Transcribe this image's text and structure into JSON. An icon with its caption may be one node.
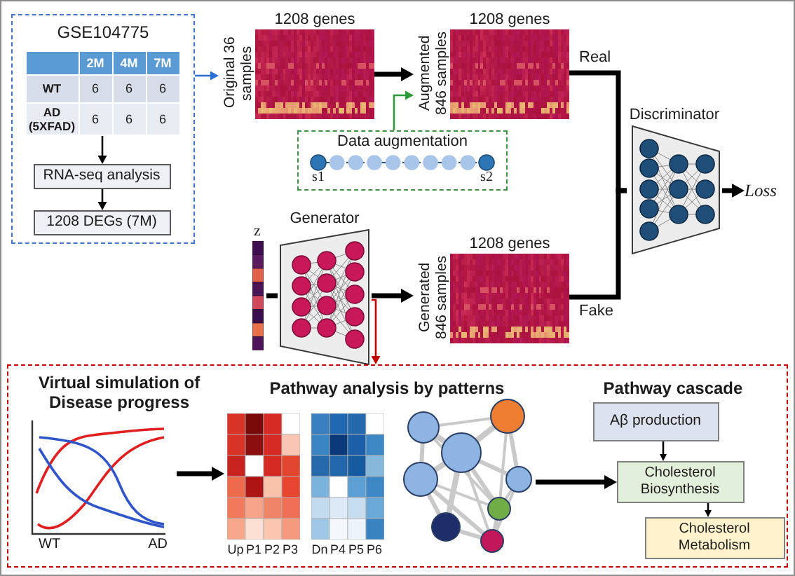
{
  "diagram": {
    "nodes": [
      {
        "text": [
          "GSE104775"
        ]
      },
      {
        "text": [
          "2M",
          "4M",
          "7M",
          "WT",
          "6",
          "6",
          "6",
          "AD (5XFAD)",
          "6",
          "6",
          "6"
        ],
        "in": 0
      },
      {
        "text": [
          "RNA-seq analysis"
        ],
        "in": 0
      },
      {
        "text": [
          "1208 DEGs (7M)"
        ],
        "in": 0
      },
      {
        "text": [
          "1208 genes",
          "Original 36 samples"
        ]
      },
      {
        "text": [
          "1208 genes",
          "Augmented 846 samples"
        ]
      },
      {
        "text": [
          "Data augmentation",
          "s1",
          "s2"
        ]
      },
      {
        "text": [
          "z"
        ]
      },
      {
        "text": [
          "Generator"
        ]
      },
      {
        "text": [
          "1208 genes",
          "Generated 846 samples"
        ]
      },
      {
        "text": [
          "Discriminator"
        ]
      },
      {
        "text": [
          "Loss"
        ]
      },
      {
        "text": [],
        "shape": "box"
      },
      {
        "text": [
          "WT",
          "AD"
        ],
        "in": 12
      },
      {
        "text": [
          "Up",
          "P1",
          "P2",
          "P3"
        ],
        "in": 12
      },
      {
        "text": [
          "Dn",
          "P4",
          "P5",
          "P6"
        ],
        "in": 12
      },
      {
        "text": [],
        "shape": "picture",
        "in": 12
      },
      {
        "text": [
          "Aβ production"
        ],
        "in": 12
      },
      {
        "text": [
          "Cholesterol Biosynthesis"
        ],
        "in": 12
      },
      {
        "text": [
          "Cholesterol Metabolism"
        ],
        "in": 12
      }
    ],
    "edges": [
      {
        "from": 1,
        "to": 2,
        "arrow": "to"
      },
      {
        "from": 2,
        "to": 3,
        "arrow": "to"
      },
      {
        "from": 0,
        "to": 4,
        "arrow": "to",
        "color": "#2f6fd0"
      },
      {
        "from": 4,
        "to": 5,
        "arrow": "to"
      },
      {
        "from": 6,
        "to": 5,
        "arrow": "to",
        "color": "#2e9a3a"
      },
      {
        "from": 7,
        "to": 8,
        "arrow": "none"
      },
      {
        "from": 8,
        "to": 9,
        "arrow": "to"
      },
      {
        "from": 5,
        "to": 10,
        "arrow": "none",
        "label": "Real"
      },
      {
        "from": 9,
        "to": 10,
        "arrow": "none",
        "label": "Fake"
      },
      {
        "from": 10,
        "to": 11,
        "arrow": "to"
      },
      {
        "from": 8,
        "to": 12,
        "arrow": "to",
        "color": "#c00000"
      },
      {
        "from": 13,
        "to": 14,
        "arrow": "to"
      },
      {
        "from": 16,
        "to": 18,
        "arrow": "to"
      },
      {
        "from": 17,
        "to": 18,
        "arrow": "to"
      },
      {
        "from": 18,
        "to": 19,
        "arrow": "to"
      }
    ],
    "labels": [
      "Virtual simulation of Disease progress",
      "Pathway analysis by patterns",
      "Pathway cascade"
    ]
  }
}
